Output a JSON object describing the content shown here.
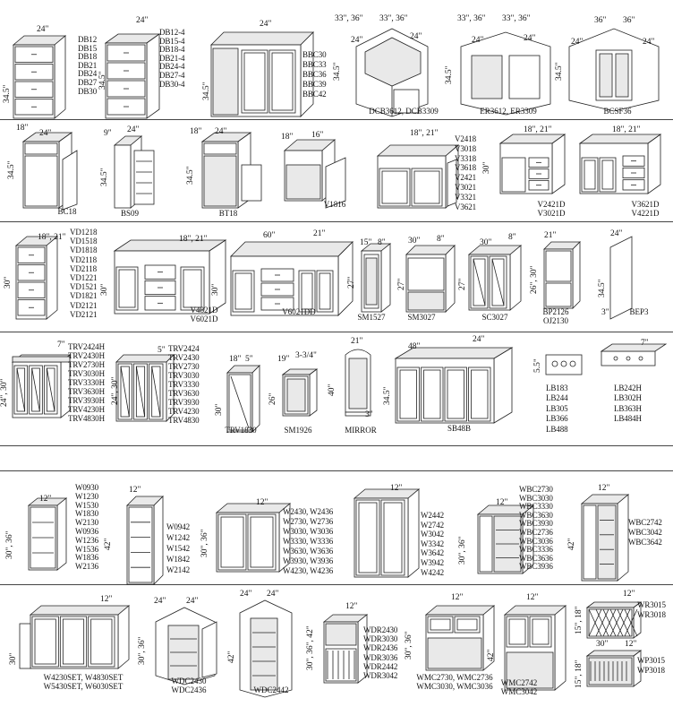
{
  "row1": {
    "db": {
      "w": "24\"",
      "h": "34.5\"",
      "codes": [
        "DB12",
        "DB15",
        "DB18",
        "DB21",
        "DB24",
        "DB27",
        "DB30"
      ]
    },
    "db4": {
      "w": "24\"",
      "h": "34.5\"",
      "codes": [
        "DB12-4",
        "DB15-4",
        "DB18-4",
        "DB21-4",
        "DB24-4",
        "DB27-4",
        "DB30-4"
      ]
    },
    "bbc": {
      "w": "24\"",
      "h": "34.5\"",
      "codes": [
        "BBC30",
        "BBC33",
        "BBC36",
        "BBC39",
        "BBC42"
      ]
    },
    "dcb": {
      "w1": "33\", 36\"",
      "w2": "33\", 36\"",
      "d1": "24\"",
      "d2": "24\"",
      "h": "34.5\"",
      "caption": "DCB3612, DCB3309"
    },
    "er": {
      "w1": "33\", 36\"",
      "w2": "33\", 36\"",
      "d1": "24\"",
      "d2": "24\"",
      "h": "34.5\"",
      "caption": "ER3612, ER3309"
    },
    "bcsf": {
      "w1": "36\"",
      "w2": "36\"",
      "d1": "24\"",
      "d2": "24\"",
      "h": "34.5\"",
      "caption": "BCSF36"
    }
  },
  "row2": {
    "bc18": {
      "w": "18\"",
      "d": "24\"",
      "h": "34.5\"",
      "caption": "BC18"
    },
    "bs09": {
      "w": "9\"",
      "d": "24\"",
      "h": "34.5\"",
      "caption": "BS09"
    },
    "bt18": {
      "w": "18\"",
      "d": "24\"",
      "h": "34.5\"",
      "caption": "BT18"
    },
    "v1816": {
      "w": "18\"",
      "d": "16\"",
      "caption": "V1816"
    },
    "v": {
      "d": "18\", 21\"",
      "codes": [
        "V2418",
        "V3018",
        "V3318",
        "V3618",
        "V2421",
        "V3021",
        "V3321",
        "V3621"
      ]
    },
    "v2421d": {
      "d": "18\", 21\"",
      "h": "30\"",
      "caption": [
        "V2421D",
        "V3021D"
      ]
    },
    "v3621d": {
      "d": "18\", 21\"",
      "caption": [
        "V3621D",
        "V4221D"
      ]
    }
  },
  "row3": {
    "vd": {
      "d": "18\", 21\"",
      "h": "30\"",
      "codes": [
        "VD1218",
        "VD1518",
        "VD1818",
        "VD2118",
        "VD2118",
        "VD1221",
        "VD1521",
        "VD1821",
        "VD2121",
        "VD2121"
      ]
    },
    "v4821d": {
      "d": "18\", 21\"",
      "h": "30\"",
      "caption": [
        "V4821D",
        "V6021D"
      ]
    },
    "v6021dd": {
      "w": "60\"",
      "d": "21\"",
      "h": "30\"",
      "caption": "V6021DD"
    },
    "sm1527": {
      "w": "15\"",
      "d": "8\"",
      "h": "27\"",
      "caption": "SM1527"
    },
    "sm3027": {
      "w": "30\"",
      "d": "8\"",
      "h": "27\"",
      "caption": "SM3027"
    },
    "sc3027": {
      "w": "30\"",
      "d": "8\"",
      "h": "27\"",
      "caption": "SC3027"
    },
    "bp": {
      "w": "21\"",
      "h": "26\", 30\"",
      "caption": [
        "BP2126",
        "OJ2130"
      ]
    },
    "bep3": {
      "w": "24\"",
      "h": "34.5\"",
      "t": "3\"",
      "caption": "BEP3"
    }
  },
  "row4": {
    "trv_h": {
      "d": "7\"",
      "h": "24\", 30\"",
      "codes": [
        "TRV2424H",
        "TRV2430H",
        "TRV2730H",
        "TRV3030H",
        "TRV3330H",
        "TRV3630H",
        "TRV3930H",
        "TRV4230H",
        "TRV4830H"
      ]
    },
    "trv": {
      "d": "5\"",
      "h": "24\", 30\"",
      "codes": [
        "TRV2424",
        "TRV2430",
        "TRV2730",
        "TRV3030",
        "TRV3330",
        "TRV3630",
        "TRV3930",
        "TRV4230",
        "TRV4830"
      ]
    },
    "trv1830": {
      "w": "18\"",
      "d": "5\"",
      "h": "30\"",
      "caption": "TRV1830"
    },
    "sm1926": {
      "w": "19\"",
      "d": "3-3/4\"",
      "h": "26\"",
      "caption": "SM1926"
    },
    "mirror": {
      "w": "21\"",
      "h": "40\"",
      "t": "3\"",
      "caption": "MIRROR"
    },
    "sb48b": {
      "w": "48\"",
      "d": "24\"",
      "h": "34.5\"",
      "caption": "SB48B"
    },
    "lb": {
      "h": "5.5\"",
      "codes": [
        "LB183",
        "LB244",
        "LB305",
        "LB366",
        "LB488"
      ]
    },
    "lbh": {
      "d": "7\"",
      "codes": [
        "LB242H",
        "LB302H",
        "LB363H",
        "LB484H"
      ]
    }
  },
  "row5": {
    "w": {
      "d": "12\"",
      "h": "30\", 36\"",
      "codes": [
        "W0930",
        "W1230",
        "W1530",
        "W1830",
        "W2130",
        "W0936",
        "W1236",
        "W1536",
        "W1836",
        "W2136"
      ]
    },
    "w42": {
      "d": "12\"",
      "h": "42\"",
      "codes": [
        "W0942",
        "W1242",
        "W1542",
        "W1842",
        "W2142"
      ]
    },
    "w2": {
      "d": "12\"",
      "h": "30\", 36\"",
      "codes": [
        "W2430, W2436",
        "W2730, W2736",
        "W3030, W3036",
        "W3330, W3336",
        "W3630, W3636",
        "W3930, W3936",
        "W4230, W4236"
      ]
    },
    "w2_42": {
      "d": "12\"",
      "h": "42\"",
      "codes": [
        "W2442",
        "W2742",
        "W3042",
        "W3342",
        "W3642",
        "W3942",
        "W4242"
      ]
    },
    "wbc": {
      "d": "12\"",
      "h": "30\", 36\"",
      "codes": [
        "WBC2730",
        "WBC3030",
        "WBC3330",
        "WBC3630",
        "WBC3930",
        "WBC2736",
        "WBC3036",
        "WBC3336",
        "WBC3636",
        "WBC3936"
      ]
    },
    "wbc42": {
      "d": "12\"",
      "h": "42\"",
      "codes": [
        "WBC2742",
        "WBC3042",
        "WBC3642"
      ]
    }
  },
  "row6": {
    "wset": {
      "d": "12\"",
      "h": "30\"",
      "caption": [
        "W4230SET, W4830SET",
        "W5430SET, W6030SET"
      ]
    },
    "wdc": {
      "w1": "24\"",
      "w2": "24\"",
      "h": "30\", 36\"",
      "caption": [
        "WDC2430",
        "WDC2436"
      ]
    },
    "wdc42": {
      "w1": "24\"",
      "w2": "24\"",
      "h": "42\"",
      "caption": "WDC2442"
    },
    "wdr": {
      "d": "12\"",
      "h": "30\", 36\", 42\"",
      "codes": [
        "WDR2430",
        "WDR3030",
        "WDR2436",
        "WDR3036",
        "WDR2442",
        "WDR3042"
      ]
    },
    "wmc": {
      "d": "12\"",
      "h": "30\", 36\"",
      "caption": [
        "WMC2730, WMC2736",
        "WMC3030, WMC3036"
      ]
    },
    "wmc42": {
      "d": "12\"",
      "h": "42\"",
      "caption": [
        "WMC2742",
        "WMC3042"
      ]
    },
    "wr": {
      "d": "12\"",
      "h": "15\", 18\"",
      "codes": [
        "WR3015",
        "WR3018"
      ]
    },
    "wp": {
      "w": "30\"",
      "d": "12\"",
      "h": "15\", 18\"",
      "codes": [
        "WP3015",
        "WP3018"
      ]
    }
  }
}
